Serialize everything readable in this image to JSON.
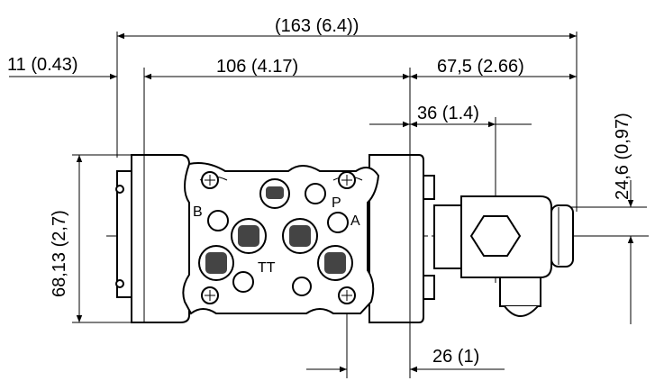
{
  "dimensions": {
    "overall_length": "(163 (6.4))",
    "left_offset": "11 (0.43)",
    "center_length": "106 (4.17)",
    "right_length": "67,5 (2.66)",
    "mid_offset": "36 (1.4)",
    "right_height": "24,6 (0,97)",
    "left_height": "68,13 (2,7)",
    "bottom_offset": "26 (1)"
  },
  "ports": {
    "b": "B",
    "p": "P",
    "a": "A",
    "t": "TT"
  }
}
